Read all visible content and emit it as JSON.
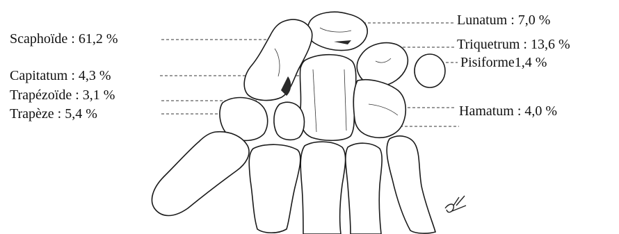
{
  "labels": {
    "scaphoide": "Scaphoïde : 61,2 %",
    "capitatum": "Capitatum : 4,3 %",
    "trapezoide": "Trapézoïde : 3,1 %",
    "trapeze": "Trapèze : 5,4 %",
    "lunatum": "Lunatum : 7,0 %",
    "triquetrum": "Triquetrum : 13,6 %",
    "pisiforme": "Pisiforme1,4 %",
    "hamatum": "Hamatum : 4,0 %"
  },
  "signature": "df"
}
